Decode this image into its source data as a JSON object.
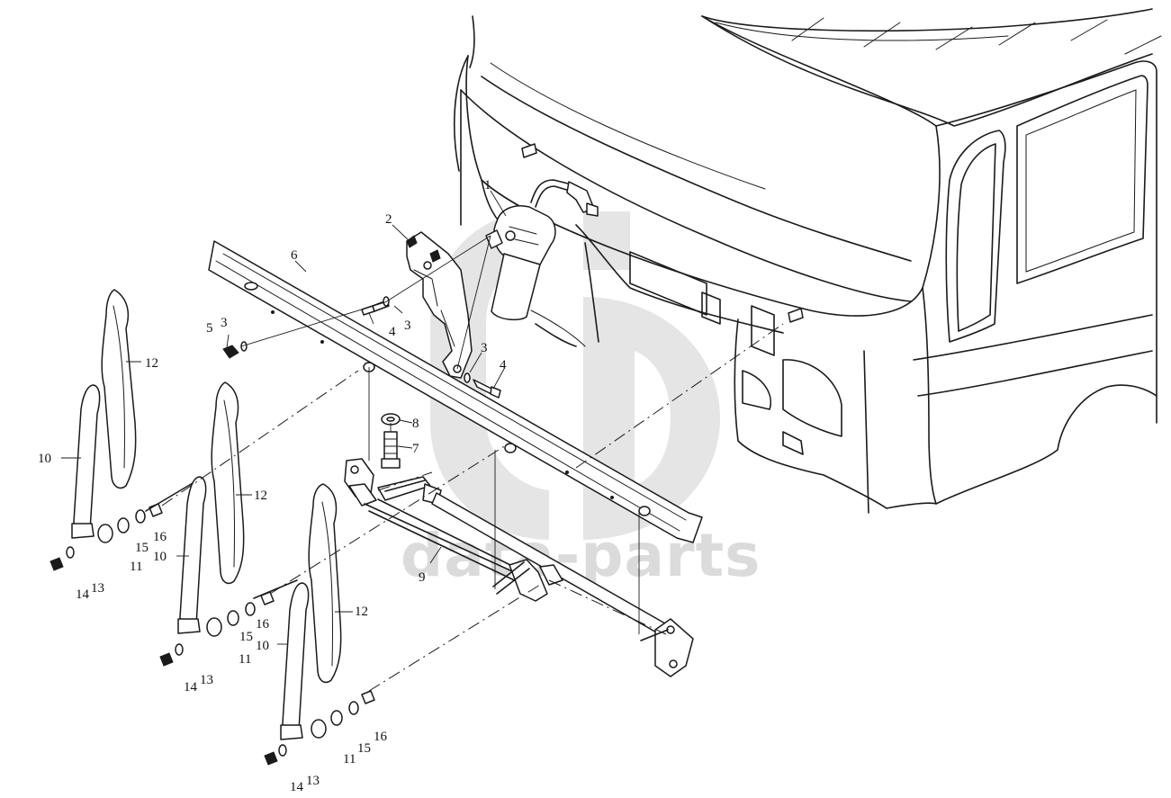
{
  "watermark": {
    "text": "data-parts",
    "color": "#c4c4c4"
  },
  "callouts": {
    "c1": "1",
    "c2": "2",
    "c3a": "3",
    "c3b": "3",
    "c3c": "3",
    "c4a": "4",
    "c4b": "4",
    "c5": "5",
    "c6": "6",
    "c7": "7",
    "c8": "8",
    "c9": "9",
    "c10a": "10",
    "c10b": "10",
    "c10c": "10",
    "c11a": "11",
    "c11b": "11",
    "c11c": "11",
    "c12a": "12",
    "c12b": "12",
    "c12c": "12",
    "c13a": "13",
    "c13b": "13",
    "c13c": "13",
    "c14a": "14",
    "c14b": "14",
    "c14c": "14",
    "c15a": "15",
    "c15b": "15",
    "c15c": "15",
    "c16a": "16",
    "c16b": "16",
    "c16c": "16"
  },
  "colors": {
    "line": "#1a1a1a",
    "background": "#ffffff",
    "watermark": "#c4c4c4"
  }
}
